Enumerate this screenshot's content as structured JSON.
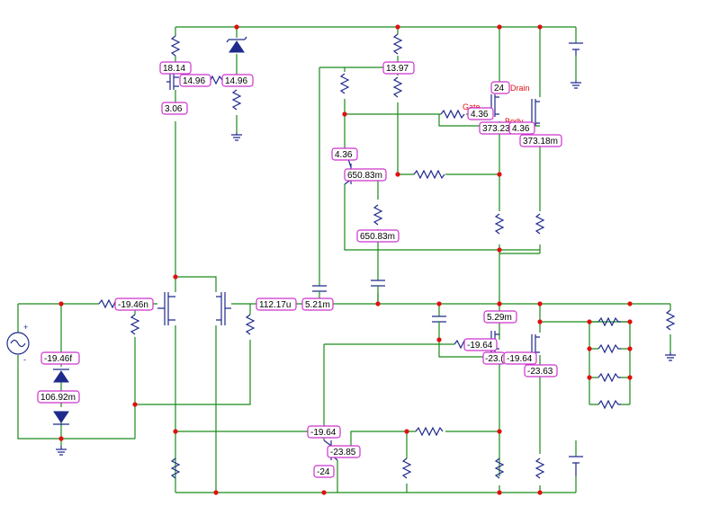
{
  "labels": {
    "v_18_14": "18.14",
    "v_14_96_a": "14.96",
    "v_14_96_b": "14.96",
    "v_3_06": "3.06",
    "v_13_97": "13.97",
    "v_24": "24",
    "v_4_36_a": "4.36",
    "v_373_23": "373.23",
    "v_4_36_b": "4.36",
    "v_373_18m": "373.18m",
    "v_4_36_c": "4.36",
    "v_650_83m_a": "650.83m",
    "v_650_83m_b": "650.83m",
    "v_19_46n": "-19.46n",
    "v_112_17u": "112.17u",
    "v_5_21m": "5.21m",
    "v_5_29m": "5.29m",
    "v_19_64_a": "-19.64",
    "v_23_cut": "-23.(",
    "v_19_64_b": "-19.64",
    "v_23_63": "-23.63",
    "v_19_46f": "-19.46f",
    "v_106_92m": "106.92m",
    "v_19_64_c": "-19.64",
    "v_23_85": "-23.85",
    "v_neg24": "-24"
  },
  "pins": {
    "drain": "Drain",
    "gate": "Gate",
    "body": "Body"
  },
  "colors": {
    "wire": "#1a8a1a",
    "component": "#1e2a8c",
    "node_dot": "#e01010",
    "label_border": "#cc33cc",
    "pin_text": "#dd1111"
  }
}
